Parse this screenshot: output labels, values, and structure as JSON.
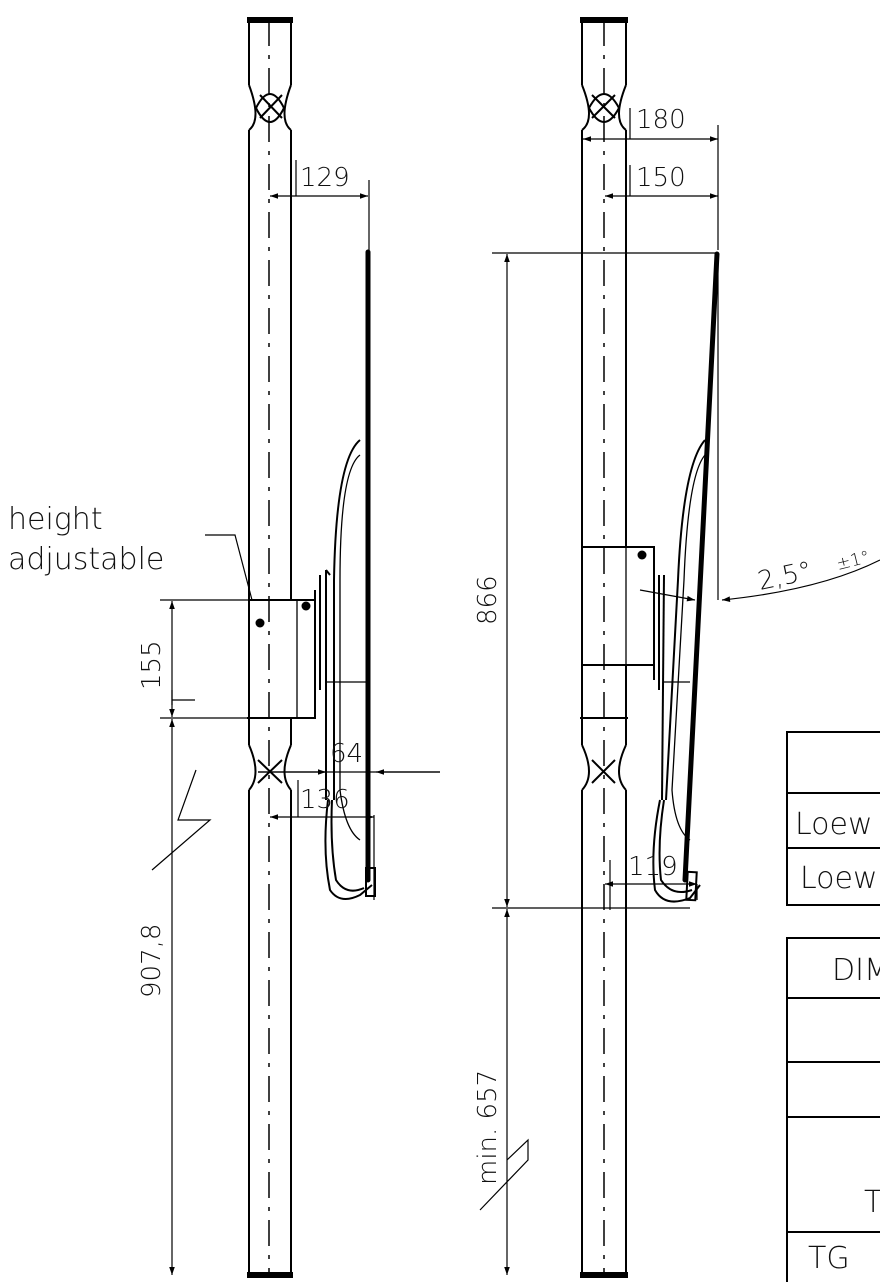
{
  "annotation": {
    "line1": "height",
    "line2": "adjustable"
  },
  "left_view": {
    "dim_wall_to_mount": "129",
    "dim_clamp_height": "155",
    "dim_screen_depth": "64",
    "dim_wall_to_screen": "136",
    "dim_floor_to_clamp": "907,8"
  },
  "right_view": {
    "dim_top_outer": "180",
    "dim_top_inner": "150",
    "dim_screen_height": "866",
    "dim_tilt_angle": "2,5°",
    "dim_tilt_tolerance": "±1°",
    "dim_bottom_offset": "119",
    "dim_floor_to_screen": "min. 657"
  },
  "table_top": {
    "row1": "Loew",
    "row2": "Loew"
  },
  "table_bottom": {
    "row1": "DIM",
    "row4": "T",
    "row5": "TG"
  }
}
